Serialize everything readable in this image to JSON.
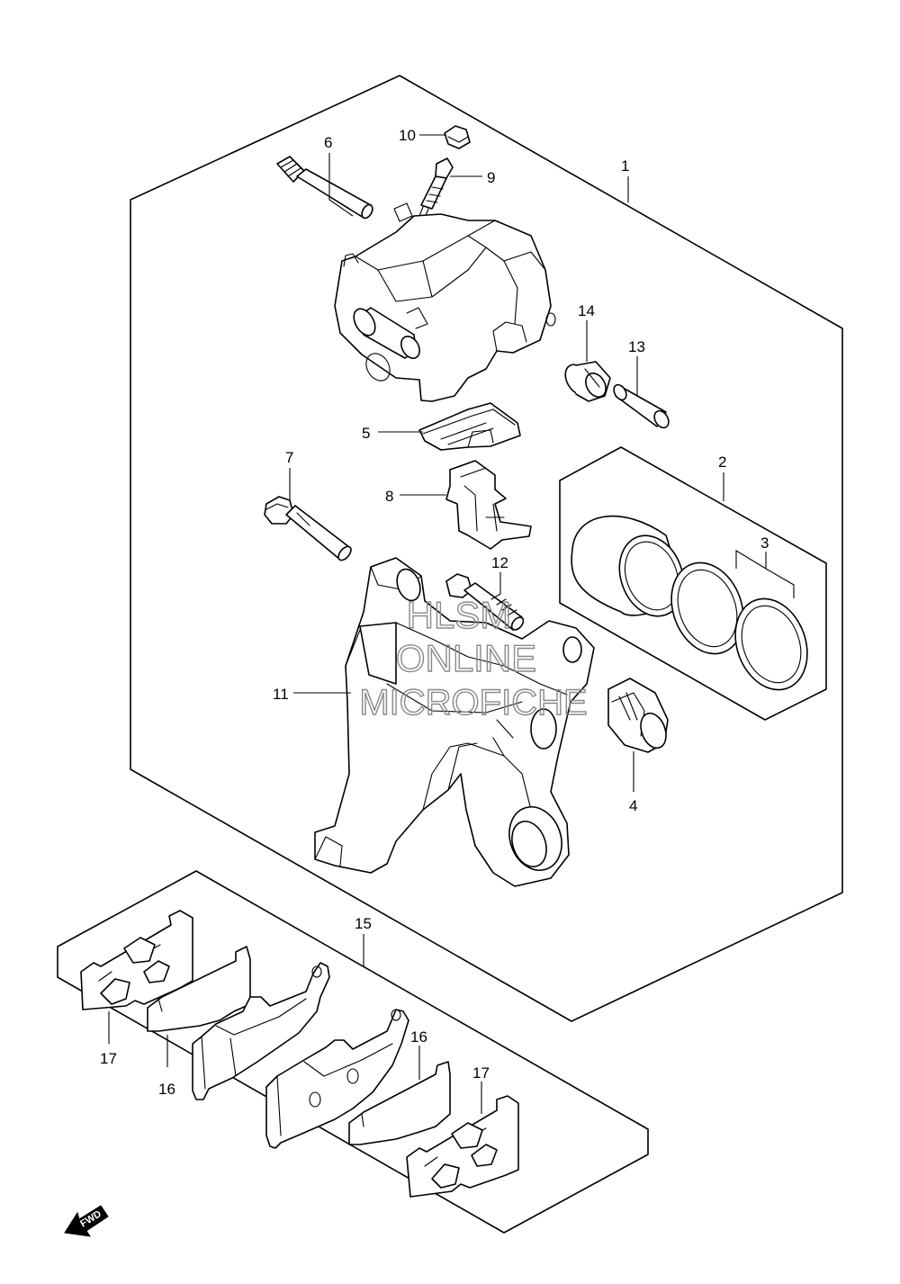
{
  "diagram": {
    "callouts": {
      "c1": "1",
      "c2": "2",
      "c3": "3",
      "c4": "4",
      "c5": "5",
      "c6": "6",
      "c7": "7",
      "c8": "8",
      "c9": "9",
      "c10": "10",
      "c11": "11",
      "c12": "12",
      "c13": "13",
      "c14": "14",
      "c15": "15",
      "c16a": "16",
      "c16b": "16",
      "c17a": "17",
      "c17b": "17"
    },
    "watermark": {
      "line1": "HLSM",
      "line2": "ONLINE",
      "line3": "MICROFICHE"
    },
    "direction_label": "FWD"
  }
}
